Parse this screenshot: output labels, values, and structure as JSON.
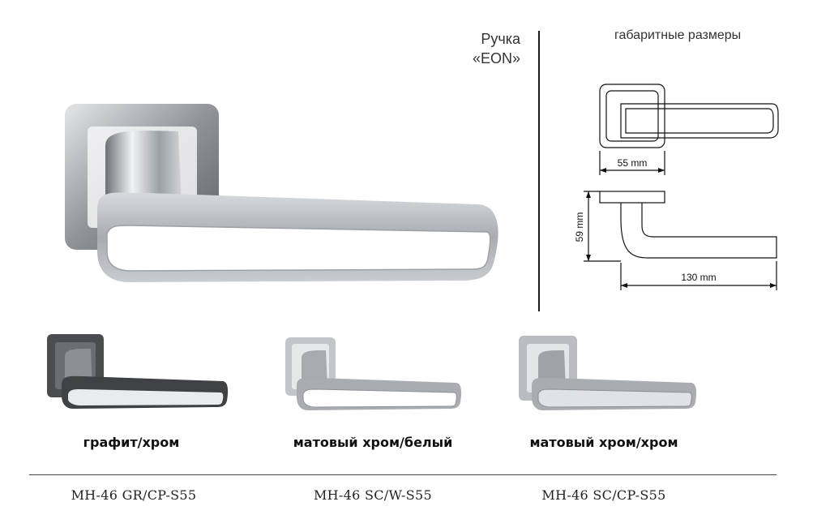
{
  "product": {
    "title_line1": "Ручка",
    "title_line2": "«EON»"
  },
  "dimensions": {
    "label": "габаритные размеры",
    "rose_width": "55 mm",
    "height": "59 mm",
    "length": "130 mm"
  },
  "variants": [
    {
      "finish": "графит/хром",
      "code": "MH-46 GR/CP-S55",
      "body_color": "#4a4c50",
      "insert_color": "#e9ebee"
    },
    {
      "finish": "матовый хром/белый",
      "code": "MH-46 SC/W-S55",
      "body_color": "#a9acb1",
      "insert_color": "#ffffff"
    },
    {
      "finish": "матовый хром/хром",
      "code": "MH-46 SC/CP-S55",
      "body_color": "#a9acb1",
      "insert_color": "#dfe3e8"
    }
  ]
}
